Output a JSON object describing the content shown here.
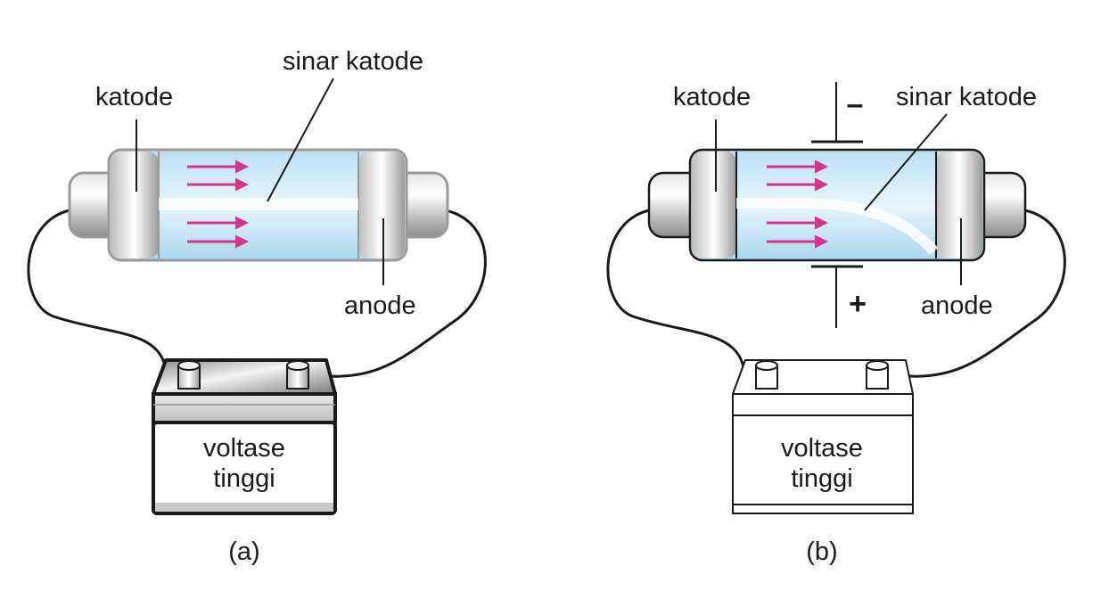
{
  "colors": {
    "ray_arrow": "#d6338a",
    "tube_glass": "#cfe9f7",
    "outline": "#1a1a1a"
  },
  "panel_a": {
    "label_cathode": "katode",
    "label_ray": "sinar katode",
    "label_anode": "anode",
    "battery_line1": "voltase",
    "battery_line2": "tinggi",
    "caption": "(a)"
  },
  "panel_b": {
    "label_cathode": "katode",
    "label_ray": "sinar katode",
    "label_anode": "anode",
    "plate_top_sign": "–",
    "plate_bottom_sign": "+",
    "battery_line1": "voltase",
    "battery_line2": "tinggi",
    "caption": "(b)"
  }
}
